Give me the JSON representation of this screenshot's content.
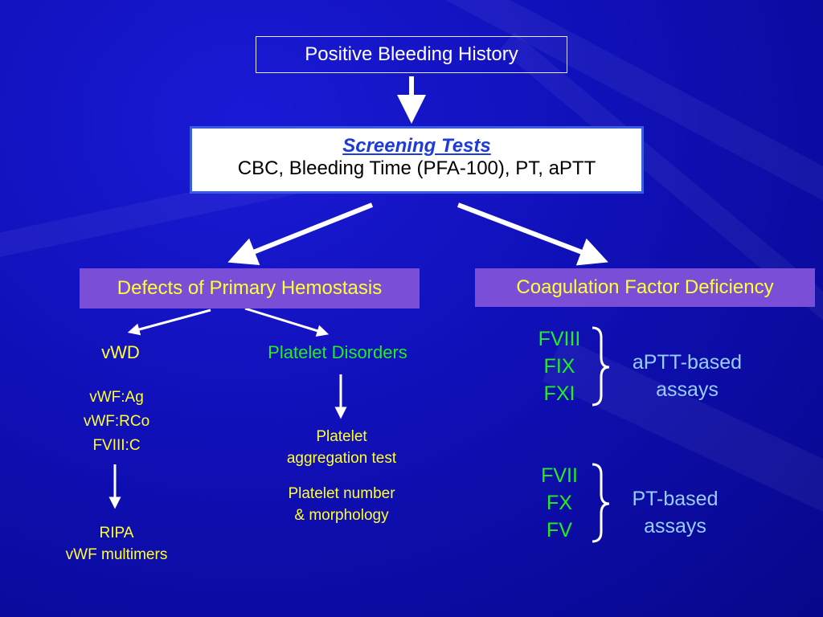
{
  "top_box": {
    "label": "Positive Bleeding History"
  },
  "screening": {
    "title": "Screening Tests",
    "tests": "CBC, Bleeding Time (PFA-100), PT, aPTT"
  },
  "primary": {
    "label": "Defects of Primary Hemostasis"
  },
  "coag": {
    "label": "Coagulation Factor Deficiency"
  },
  "vwd": {
    "title": "vWD",
    "tests": [
      "vWF:Ag",
      "vWF:RCo",
      "FVIII:C"
    ],
    "followup": [
      "RIPA",
      "vWF multimers"
    ]
  },
  "platelet": {
    "title": "Platelet Disorders",
    "test1": [
      "Platelet",
      "aggregation test"
    ],
    "test2": [
      "Platelet number",
      "& morphology"
    ]
  },
  "aptt_group": {
    "factors": [
      "FVIII",
      "FIX",
      "FXI"
    ],
    "assay": [
      "aPTT-based",
      "assays"
    ]
  },
  "pt_group": {
    "factors": [
      "FVII",
      "FX",
      "FV"
    ],
    "assay": [
      "PT-based",
      "assays"
    ]
  },
  "colors": {
    "background": "#1010b8",
    "purple_box": "#7b4ed8",
    "yellow_text": "#ffff33",
    "green_text": "#22ee22",
    "light_blue_text": "#99ccff"
  }
}
